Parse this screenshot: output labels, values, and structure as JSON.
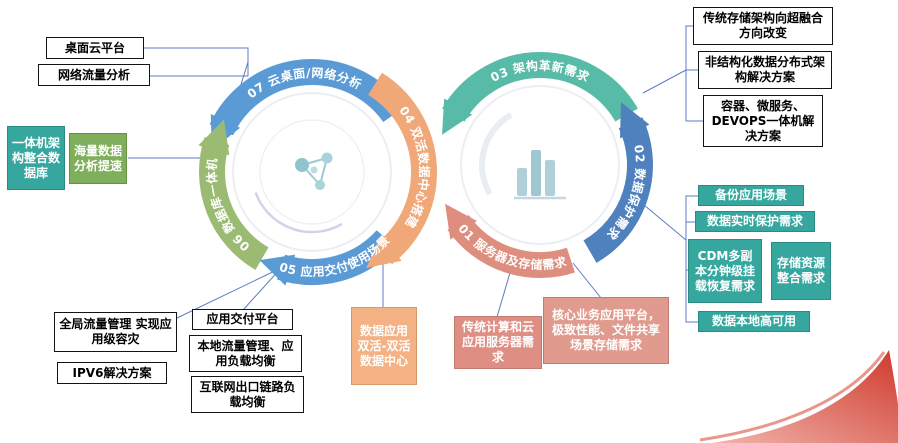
{
  "rings": {
    "left": {
      "segments": [
        {
          "label": "07 云桌面/网络分析"
        },
        {
          "label": "06 数据库一体机"
        },
        {
          "label": "05 应用交付使用场景"
        },
        {
          "label": "04 双活数据中心搭建"
        }
      ]
    },
    "right": {
      "segments": [
        {
          "label": "03 架构革新需求"
        },
        {
          "label": "02 数据保护需求"
        },
        {
          "label": "01 服务器及存储需求"
        }
      ]
    }
  },
  "boxes": {
    "desktop_cloud": "桌面云平台",
    "network_traffic": "网络流量分析",
    "appliance_arch": "一体机架构整合数据库",
    "massive_data": "海量数据分析提速",
    "global_traffic": "全局流量管理 实现应用级容灾",
    "ipv6": "IPV6解决方案",
    "app_delivery": "应用交付平台",
    "local_traffic": "本地流量管理、应用负载均衡",
    "internet_link": "互联网出口链路负载均衡",
    "dual_active": "数据应用双活-双活数据中心",
    "traditional_compute": "传统计算和云应用服务器需求",
    "core_business": "核心业务应用平台，极致性能、文件共享场景存储需求",
    "storage_transform": "传统存储架构向超融合方向改变",
    "unstructured": "非结构化数据分布式架构解决方案",
    "container_devops": "容器、微服务、DEVOPS一体机解决方案",
    "backup_scene": "备份应用场景",
    "realtime_protect": "数据实时保护需求",
    "cdm_recovery": "CDM多副本分钟级挂载恢复需求",
    "storage_integration": "存储资源整合需求",
    "local_ha": "数据本地高可用"
  },
  "colors": {
    "blue": "#5B9BD5",
    "blue2": "#4E81BD",
    "green": "#9CBB72",
    "orange": "#F0A878",
    "teal": "#57BBA8",
    "salmon": "#DE8E7E",
    "connector": "#5B7CC4",
    "swoosh_red": "#CE3A2C"
  }
}
